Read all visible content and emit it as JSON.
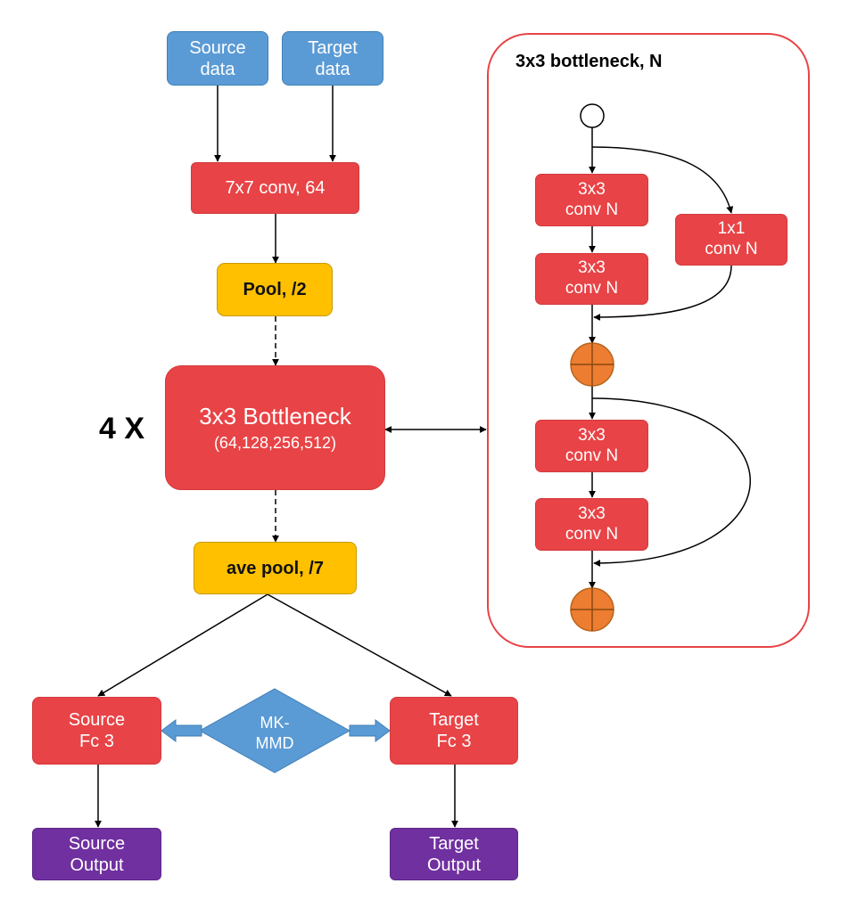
{
  "input": {
    "source_data": "Source\ndata",
    "target_data": "Target\ndata"
  },
  "main": {
    "conv": "7x7 conv, 64",
    "pool": "Pool, /2",
    "bottleneck_title": "3x3 Bottleneck",
    "bottleneck_sizes": "(64,128,256,512)",
    "repeat_label": "4 X",
    "ave_pool": "ave pool, /7"
  },
  "heads": {
    "source_fc": "Source\nFc 3",
    "target_fc": "Target\nFc 3",
    "mkmmd": "MK-\nMMD",
    "source_output": "Source\nOutput",
    "target_output": "Target\nOutput"
  },
  "detail_panel": {
    "title": "3x3 bottleneck, N",
    "conv_a1": "3x3\nconv N",
    "conv_a2": "3x3\nconv N",
    "shortcut_conv": "1x1\nconv N",
    "conv_b1": "3x3\nconv N",
    "conv_b2": "3x3\nconv N"
  },
  "colors": {
    "red_block": "#e84346",
    "blue_block": "#5b9bd5",
    "yellow_block": "#ffc000",
    "purple_block": "#7030a0",
    "sum_node": "#ed7d31",
    "panel_border": "#e84346"
  }
}
